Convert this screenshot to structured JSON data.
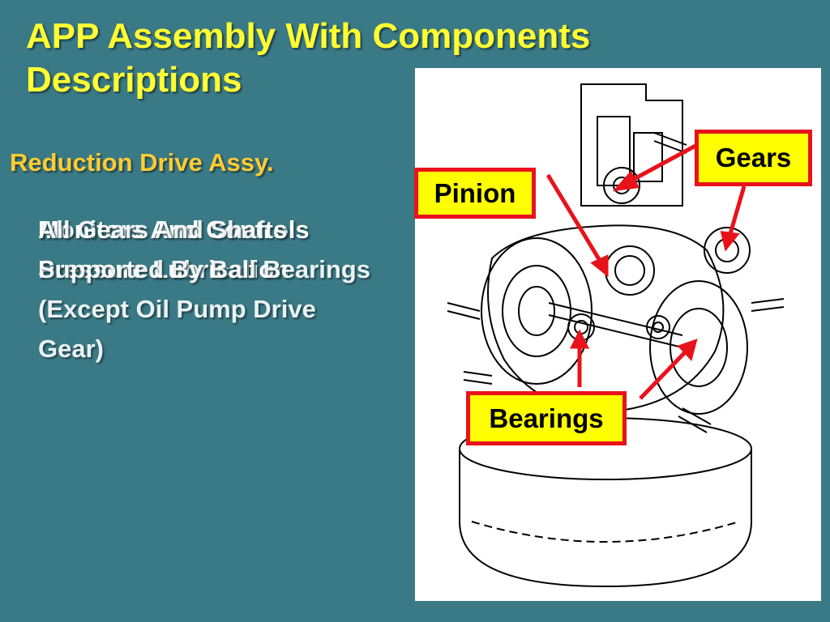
{
  "title": "APP Assembly With Components Descriptions",
  "subtitle": "Reduction Drive Assy.",
  "bullet_back": "Monitors And Controls Pressure Lubrication",
  "bullet_front": "All Gears And Shafts Supported By Ball Bearings (Except Oil Pump Drive Gear)",
  "callouts": {
    "gears": "Gears",
    "pinion": "Pinion",
    "bearings": "Bearings"
  },
  "colors": {
    "background": "#3a7a86",
    "title": "#ffff33",
    "subtitle": "#ffcc33",
    "callout_fill": "#ffff00",
    "callout_border": "#e8121b"
  }
}
